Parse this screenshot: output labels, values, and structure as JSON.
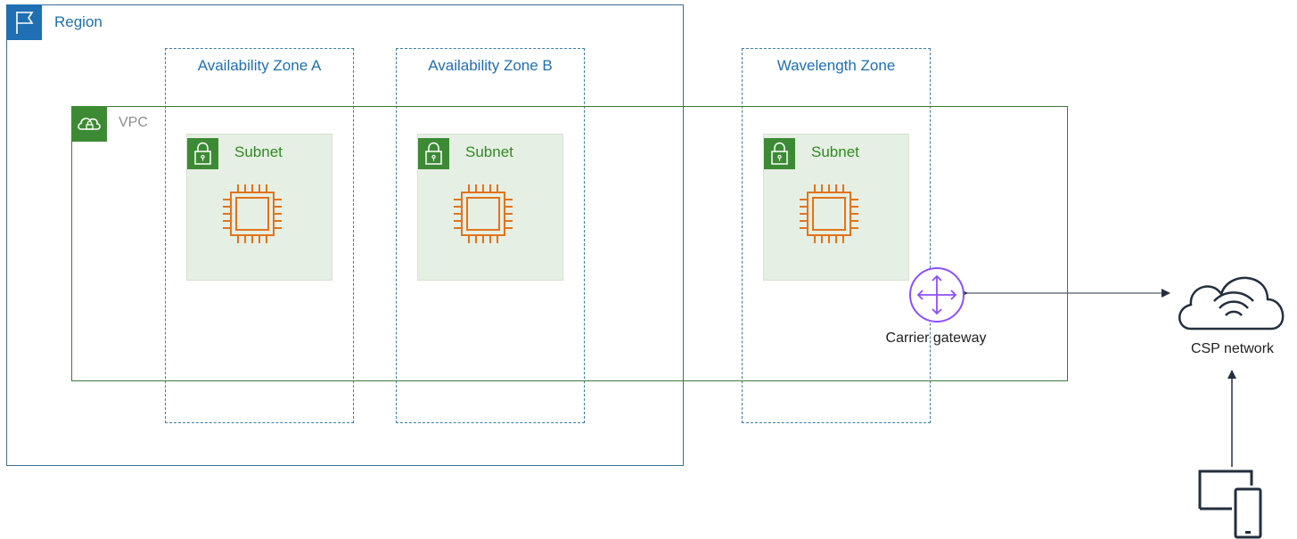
{
  "region": {
    "label": "Region",
    "icon": "flag-icon",
    "color": "#1f6fb2"
  },
  "zones": [
    {
      "label": "Availability Zone A"
    },
    {
      "label": "Availability Zone B"
    },
    {
      "label": "Wavelength Zone"
    }
  ],
  "vpc": {
    "label": "VPC",
    "icon": "cloud-lock-icon",
    "color": "#3d8a34"
  },
  "subnets": [
    {
      "label": "Subnet",
      "icon": "lock-icon",
      "instance_icon": "ec2-instance-icon"
    },
    {
      "label": "Subnet",
      "icon": "lock-icon",
      "instance_icon": "ec2-instance-icon"
    },
    {
      "label": "Subnet",
      "icon": "lock-icon",
      "instance_icon": "ec2-instance-icon"
    }
  ],
  "carrier_gateway": {
    "label": "Carrier gateway",
    "icon": "carrier-gateway-icon",
    "color": "#8c4fff"
  },
  "csp_network": {
    "label": "CSP network",
    "icon": "wireless-cloud-icon"
  },
  "devices": {
    "icon": "mobile-devices-icon"
  },
  "colors": {
    "instance": "#e2731b",
    "dashed_border": "#3a7ca5"
  }
}
